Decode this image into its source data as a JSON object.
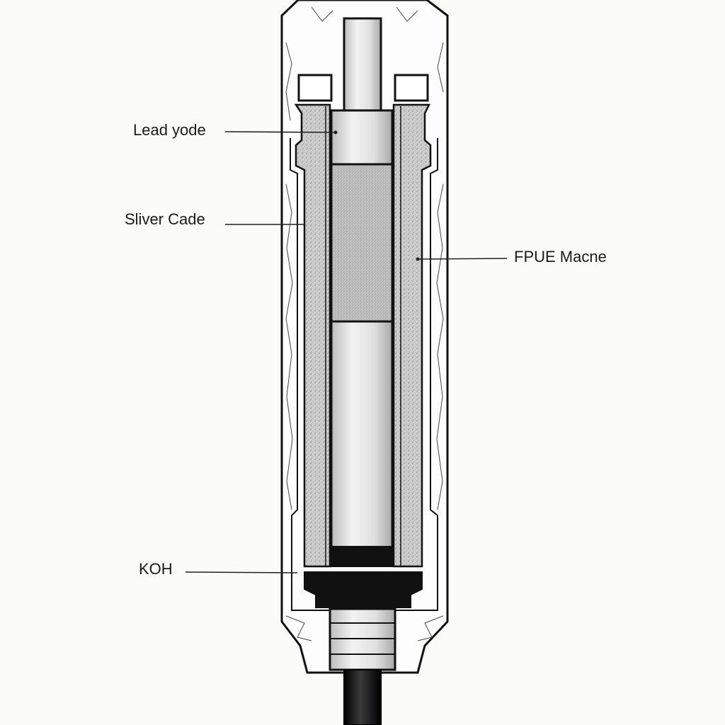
{
  "diagram": {
    "labels": {
      "lead_yode": "Lead yode",
      "sliver_cade": "Sliver Cade",
      "fpue_macne": "FPUE Macne",
      "koh": "KOH"
    },
    "colors": {
      "background": "#fbfbf8",
      "outline": "#111111",
      "rod": "#e4e4e4",
      "porous_fill": "#c9c9c9",
      "cap": "#111111",
      "cable": "#0d0d0d"
    }
  }
}
